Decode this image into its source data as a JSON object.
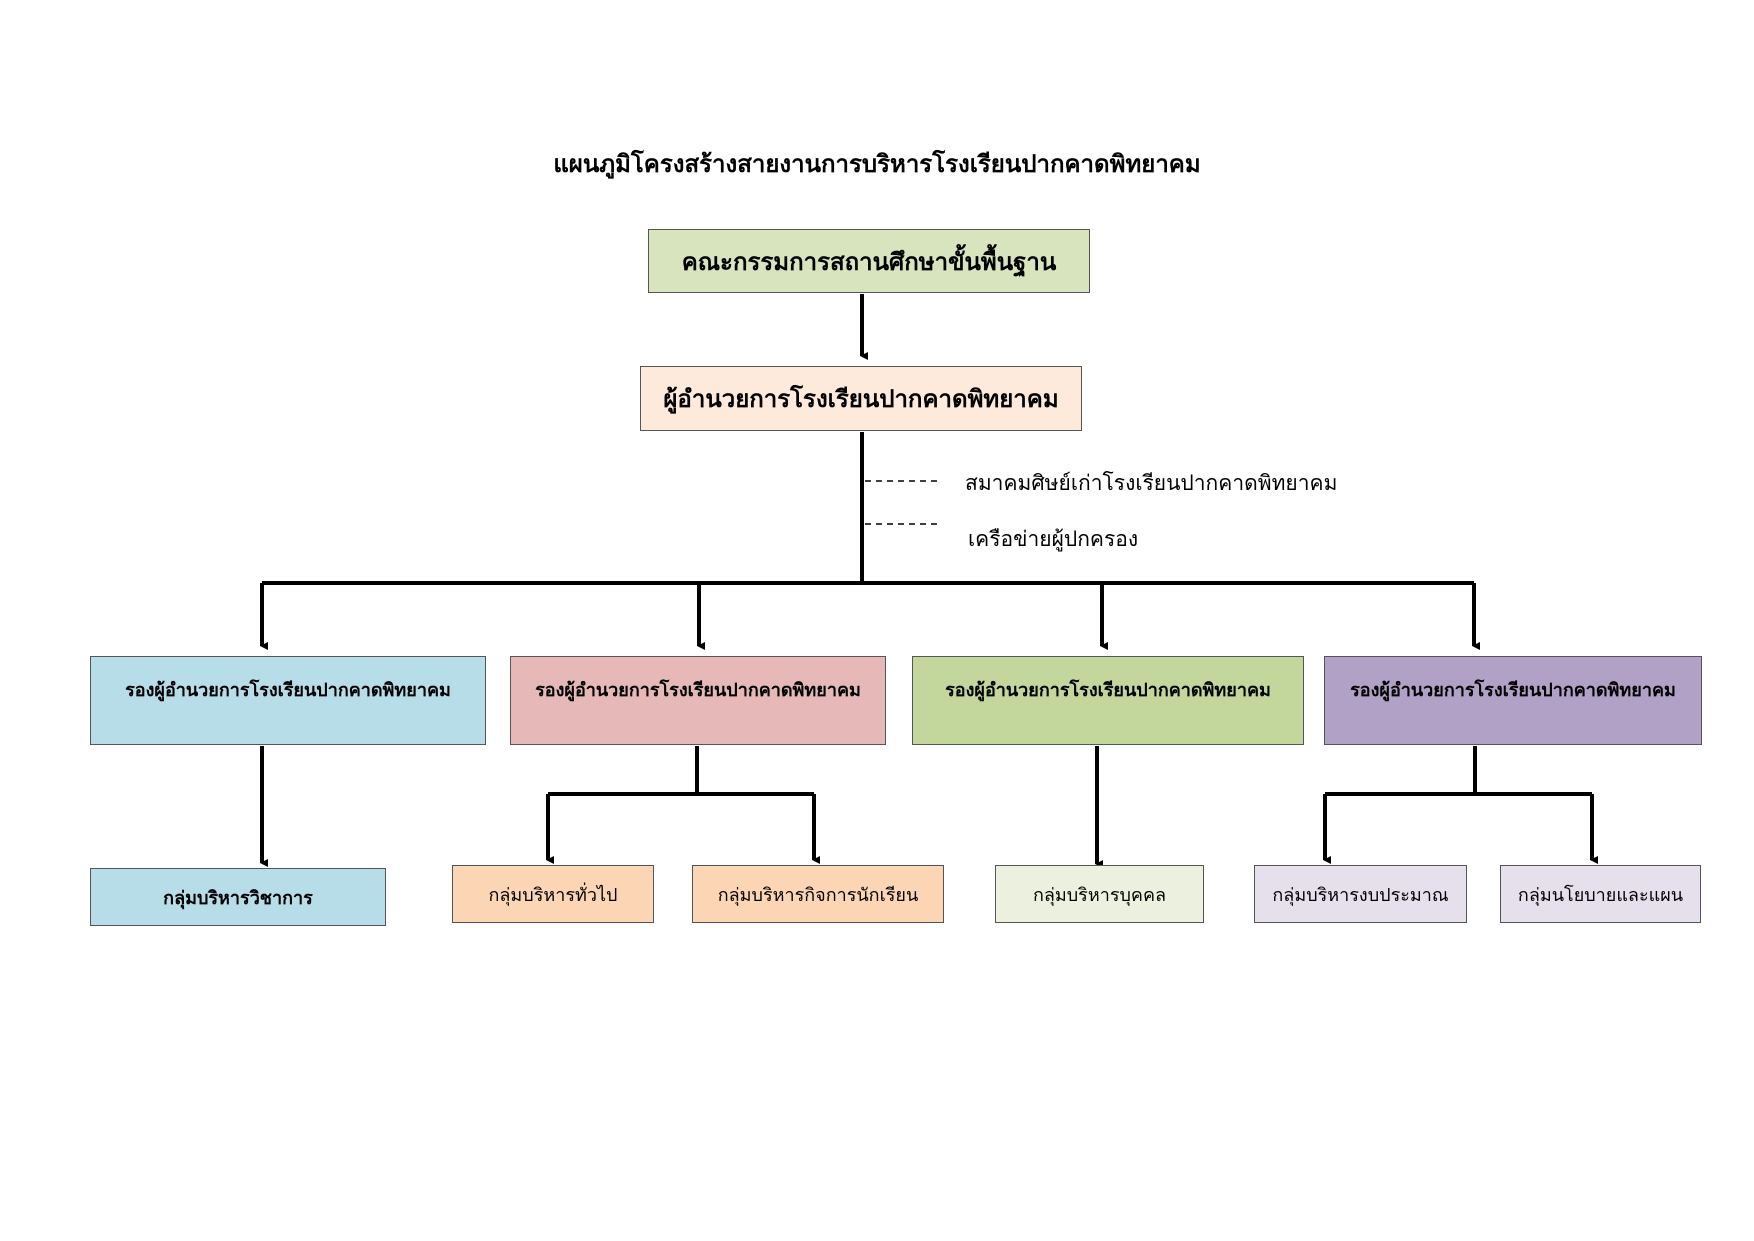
{
  "title": "แผนภูมิโครงสร้างสายงานการบริหารโรงเรียนปากคาดพิทยาคม",
  "board": {
    "label": "คณะกรรมการสถานศึกษาขั้นพื้นฐาน",
    "color": "#d7e4bd"
  },
  "director": {
    "label": "ผู้อำนวยการโรงเรียนปากคาดพิทยาคม",
    "color": "#fdeada"
  },
  "advisors": [
    {
      "label": "สมาคมศิษย์เก่าโรงเรียนปากคาดพิทยาคม"
    },
    {
      "label": "เครือข่ายผู้ปกครอง"
    }
  ],
  "deputies": [
    {
      "label": "รองผู้อำนวยการโรงเรียนปากคาดพิทยาคม",
      "color": "#b7dde8"
    },
    {
      "label": "รองผู้อำนวยการโรงเรียนปากคาดพิทยาคม",
      "color": "#e6b9b8"
    },
    {
      "label": "รองผู้อำนวยการโรงเรียนปากคาดพิทยาคม",
      "color": "#c3d69b"
    },
    {
      "label": "รองผู้อำนวยการโรงเรียนปากคาดพิทยาคม",
      "color": "#b2a1c7"
    }
  ],
  "groups": [
    {
      "label": "กลุ่มบริหารวิชาการ",
      "color": "#b7dde8"
    },
    {
      "label": "กลุ่มบริหารทั่วไป",
      "color": "#fcd5b5"
    },
    {
      "label": "กลุ่มบริหารกิจการนักเรียน",
      "color": "#fcd5b5"
    },
    {
      "label": "กลุ่มบริหารบุคคล",
      "color": "#ebf1de"
    },
    {
      "label": "กลุ่มบริหารงบประมาณ",
      "color": "#e6e0ec"
    },
    {
      "label": "กลุ่มนโยบายและแผน",
      "color": "#e6e0ec"
    }
  ]
}
